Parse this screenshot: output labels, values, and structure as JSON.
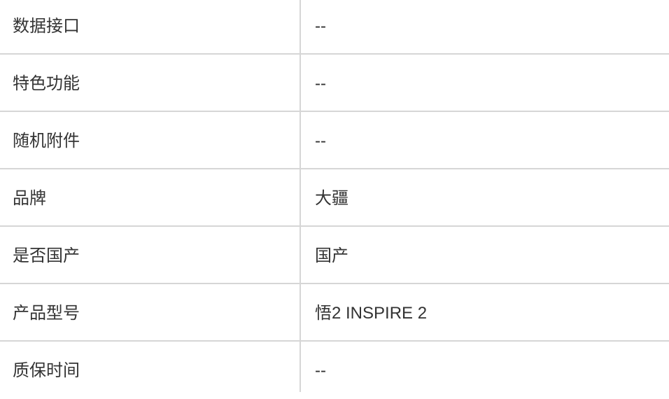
{
  "spec_table": {
    "rows": [
      {
        "label": "数据接口",
        "value": "--"
      },
      {
        "label": "特色功能",
        "value": "--"
      },
      {
        "label": "随机附件",
        "value": "--"
      },
      {
        "label": "品牌",
        "value": "大疆"
      },
      {
        "label": "是否国产",
        "value": "国产"
      },
      {
        "label": "产品型号",
        "value": "悟2 INSPIRE 2"
      },
      {
        "label": "质保时间",
        "value": "--"
      }
    ]
  }
}
